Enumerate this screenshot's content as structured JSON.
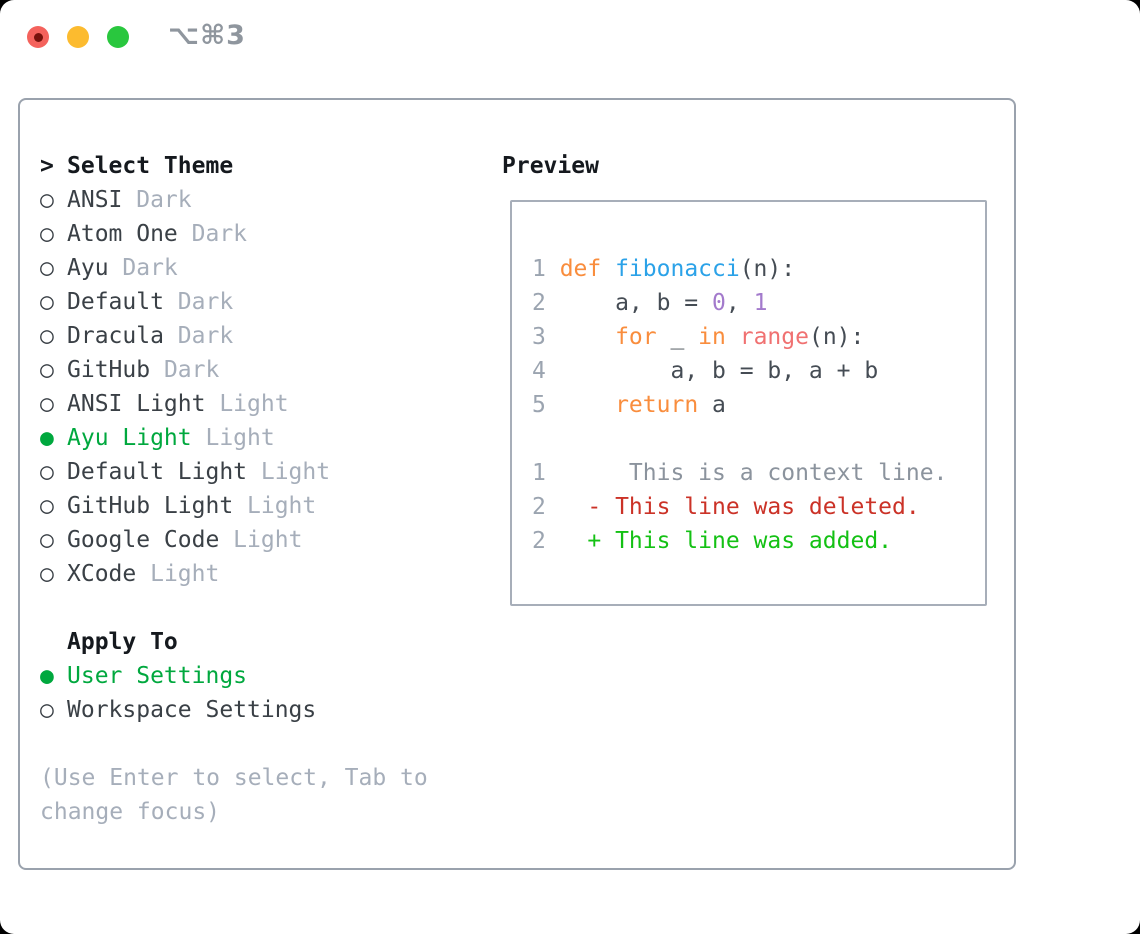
{
  "window": {
    "title": "⌥⌘3",
    "traffic_lights": [
      {
        "name": "close",
        "color": "#f4625c"
      },
      {
        "name": "minimize",
        "color": "#fcbb2f"
      },
      {
        "name": "zoom",
        "color": "#29c73e"
      }
    ]
  },
  "markers": {
    "header": ">",
    "selected": "●",
    "unselected": "○"
  },
  "theme_list": {
    "header": "Select Theme",
    "items": [
      {
        "name": "ANSI",
        "variant": "Dark",
        "selected": false
      },
      {
        "name": "Atom One",
        "variant": "Dark",
        "selected": false
      },
      {
        "name": "Ayu",
        "variant": "Dark",
        "selected": false
      },
      {
        "name": "Default",
        "variant": "Dark",
        "selected": false
      },
      {
        "name": "Dracula",
        "variant": "Dark",
        "selected": false
      },
      {
        "name": "GitHub",
        "variant": "Dark",
        "selected": false
      },
      {
        "name": "ANSI Light",
        "variant": "Light",
        "selected": false
      },
      {
        "name": "Ayu Light",
        "variant": "Light",
        "selected": true
      },
      {
        "name": "Default Light",
        "variant": "Light",
        "selected": false
      },
      {
        "name": "GitHub Light",
        "variant": "Light",
        "selected": false
      },
      {
        "name": "Google Code",
        "variant": "Light",
        "selected": false
      },
      {
        "name": "XCode",
        "variant": "Light",
        "selected": false
      }
    ]
  },
  "apply_to": {
    "header": "Apply To",
    "options": [
      {
        "label": "User Settings",
        "selected": true
      },
      {
        "label": "Workspace Settings",
        "selected": false
      }
    ]
  },
  "hint": "(Use Enter to select, Tab to change focus)",
  "preview": {
    "header": "Preview",
    "lines": [
      {
        "num": "1",
        "tokens": [
          {
            "text": "def ",
            "color": "keyword"
          },
          {
            "text": "fibonacci",
            "color": "function"
          },
          {
            "text": "(n):",
            "color": "default"
          }
        ]
      },
      {
        "num": "2",
        "tokens": [
          {
            "text": "    a, b = ",
            "color": "default"
          },
          {
            "text": "0",
            "color": "number"
          },
          {
            "text": ", ",
            "color": "default"
          },
          {
            "text": "1",
            "color": "number"
          }
        ]
      },
      {
        "num": "3",
        "tokens": [
          {
            "text": "    ",
            "color": "default"
          },
          {
            "text": "for",
            "color": "keyword"
          },
          {
            "text": " _ ",
            "color": "default"
          },
          {
            "text": "in",
            "color": "keyword"
          },
          {
            "text": " ",
            "color": "default"
          },
          {
            "text": "range",
            "color": "builtin"
          },
          {
            "text": "(n):",
            "color": "default"
          }
        ]
      },
      {
        "num": "4",
        "tokens": [
          {
            "text": "        a, b = b, a + b",
            "color": "default"
          }
        ]
      },
      {
        "num": "5",
        "tokens": [
          {
            "text": "    ",
            "color": "default"
          },
          {
            "text": "return",
            "color": "keyword"
          },
          {
            "text": " a",
            "color": "default"
          }
        ]
      },
      {
        "num": "",
        "tokens": []
      },
      {
        "num": "1",
        "tokens": [
          {
            "text": "     This is a context line.",
            "color": "context"
          }
        ]
      },
      {
        "num": "2",
        "tokens": [
          {
            "text": "  - This line was deleted.",
            "color": "deleted"
          }
        ]
      },
      {
        "num": "2",
        "tokens": [
          {
            "text": "  + This line was added.",
            "color": "added"
          }
        ]
      }
    ]
  },
  "colors": {
    "selection_green": "#00a83e",
    "added_green": "#14c114",
    "deleted_red": "#cb3227",
    "keyword_orange": "#f98d3d",
    "function_blue": "#2ba2e8",
    "builtin_coral": "#f07171",
    "number_purple": "#a37acc",
    "muted_gray": "#a6aeba",
    "line_number_gray": "#9ba4b0",
    "panel_border": "#9aa2ad"
  }
}
